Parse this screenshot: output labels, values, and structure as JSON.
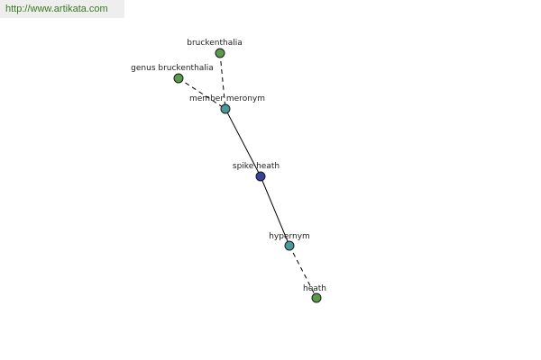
{
  "watermark": "http://www.artikata.com",
  "colors": {
    "word_node": "#5a9a4a",
    "relation_node": "#4a9a96",
    "focus_node": "#3a3f9a",
    "edge": "#000000"
  },
  "graph": {
    "nodes": [
      {
        "id": "bruckenthalia",
        "label": "bruckenthalia",
        "kind": "word"
      },
      {
        "id": "genus-bruckenthalia",
        "label": "genus bruckenthalia",
        "kind": "word"
      },
      {
        "id": "member-meronym",
        "label": "member meronym",
        "kind": "relation"
      },
      {
        "id": "spike-heath",
        "label": "spike heath",
        "kind": "focus"
      },
      {
        "id": "hypernym",
        "label": "hypernym",
        "kind": "relation"
      },
      {
        "id": "heath",
        "label": "heath",
        "kind": "word"
      }
    ],
    "edges": [
      {
        "from": "bruckenthalia",
        "to": "member-meronym",
        "style": "dashed"
      },
      {
        "from": "genus-bruckenthalia",
        "to": "member-meronym",
        "style": "dashed"
      },
      {
        "from": "member-meronym",
        "to": "spike-heath",
        "style": "solid"
      },
      {
        "from": "spike-heath",
        "to": "hypernym",
        "style": "solid"
      },
      {
        "from": "hypernym",
        "to": "heath",
        "style": "dashed"
      }
    ]
  }
}
